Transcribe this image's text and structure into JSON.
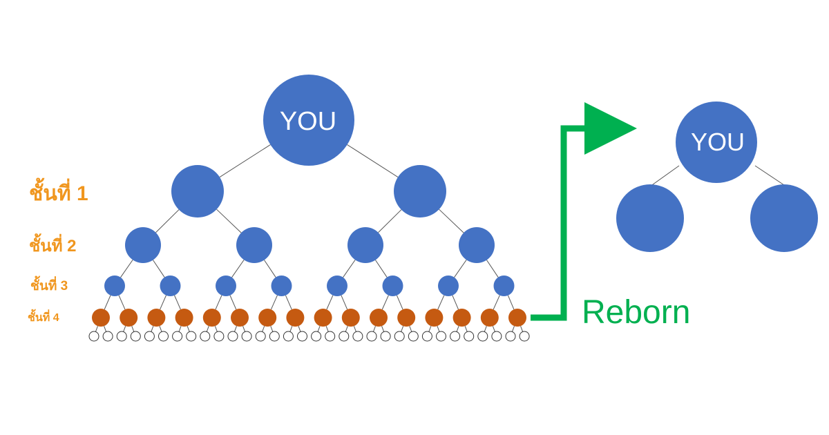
{
  "diagram": {
    "root_label": "YOU",
    "levels": [
      {
        "label": "ชั้นที่ 1"
      },
      {
        "label": "ชั้นที่ 2"
      },
      {
        "label": "ชั้นที่ 3"
      },
      {
        "label": "ชั้นที่ 4"
      }
    ],
    "reborn": {
      "label": "Reborn",
      "new_root_label": "YOU"
    }
  },
  "colors": {
    "node_blue": "#4472c4",
    "level4_orange": "#c55a11",
    "label_orange": "#f0961e",
    "arrow_green": "#00b050",
    "line_gray": "#555555"
  }
}
